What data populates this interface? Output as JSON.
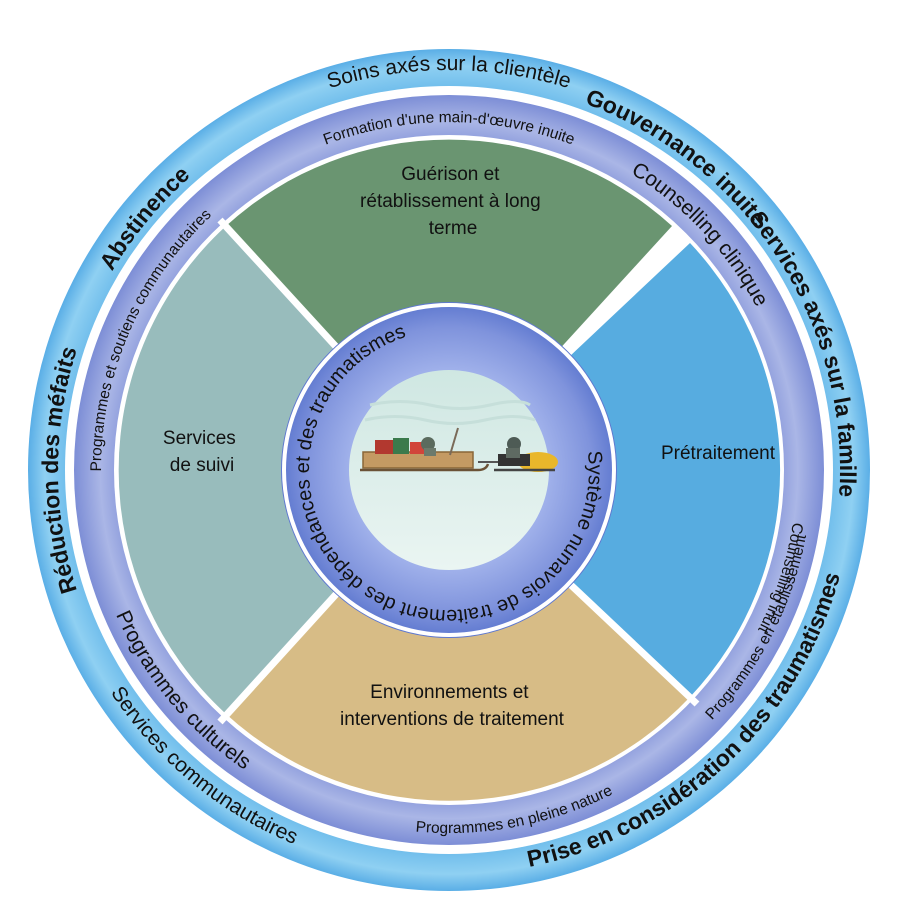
{
  "outer_ring": {
    "top": "Soins axés sur la clientèle",
    "governance": "Gouvernance inuite",
    "family": "Services axés sur la famille",
    "community": "Services communautaires",
    "trauma": "Prise en considération des traumatismes",
    "harm_reduction": "Réduction des méfaits",
    "abstinence": "Abstinence"
  },
  "inner_ring": {
    "workforce": "Formation d'une main-d'œuvre inuite",
    "clinical": "Counselling clinique",
    "inuit_counselling": "Counselling inuit",
    "cultural": "Programmes culturels",
    "land": "Programmes en pleine nature",
    "facility": "Programmes en établissement",
    "community_programs": "Programmes et soutiens communautaires"
  },
  "quadrants": {
    "top": [
      "Guérison et",
      "rétablissement à long",
      "terme"
    ],
    "right": [
      "Prétraitement"
    ],
    "bottom": [
      "Environnements et",
      "interventions de traitement"
    ],
    "left": [
      "Services",
      "de suivi"
    ]
  },
  "center": {
    "title": "Système nunavois de traitement des dépendances et des traumatismes"
  },
  "colors": {
    "outer_ring": "#7dc3ea",
    "inner_ring": "#8c99d8",
    "green": "#6a9571",
    "blue": "#57ace0",
    "tan": "#d7bc86",
    "teal": "#98bcbc",
    "center_ring": "#7f8fd6"
  }
}
